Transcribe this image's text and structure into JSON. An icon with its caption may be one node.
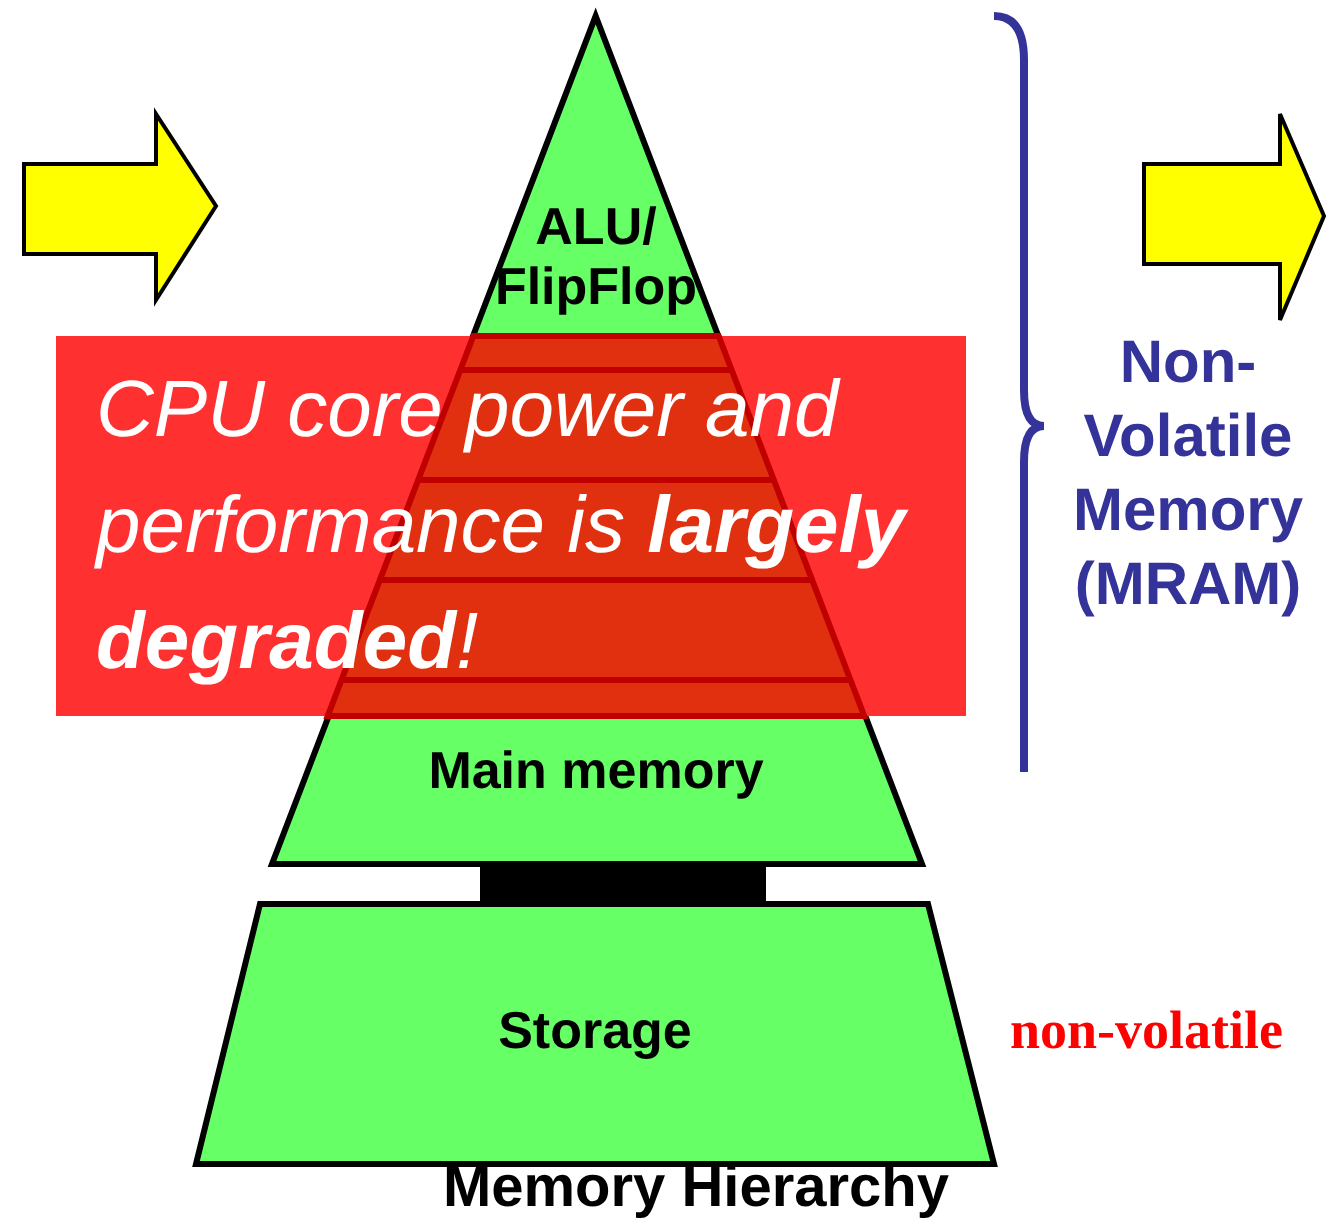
{
  "diagram": {
    "caption": "Memory Hierarchy",
    "nodes": [
      {
        "text": [
          "ALU/ FlipFlop"
        ]
      },
      {
        "text": [
          "Main memory"
        ]
      },
      {
        "text": [
          "Storage"
        ],
        "beside": [
          "non-volatile"
        ]
      },
      {
        "text": [
          "CPU core power and performance is **largely degraded**!"
        ]
      }
    ],
    "edges": [
      {
        "from": 1,
        "to": 2,
        "arrow": "none",
        "style": "thick"
      }
    ],
    "labels": [
      "Non-Volatile Memory (MRAM)"
    ]
  }
}
